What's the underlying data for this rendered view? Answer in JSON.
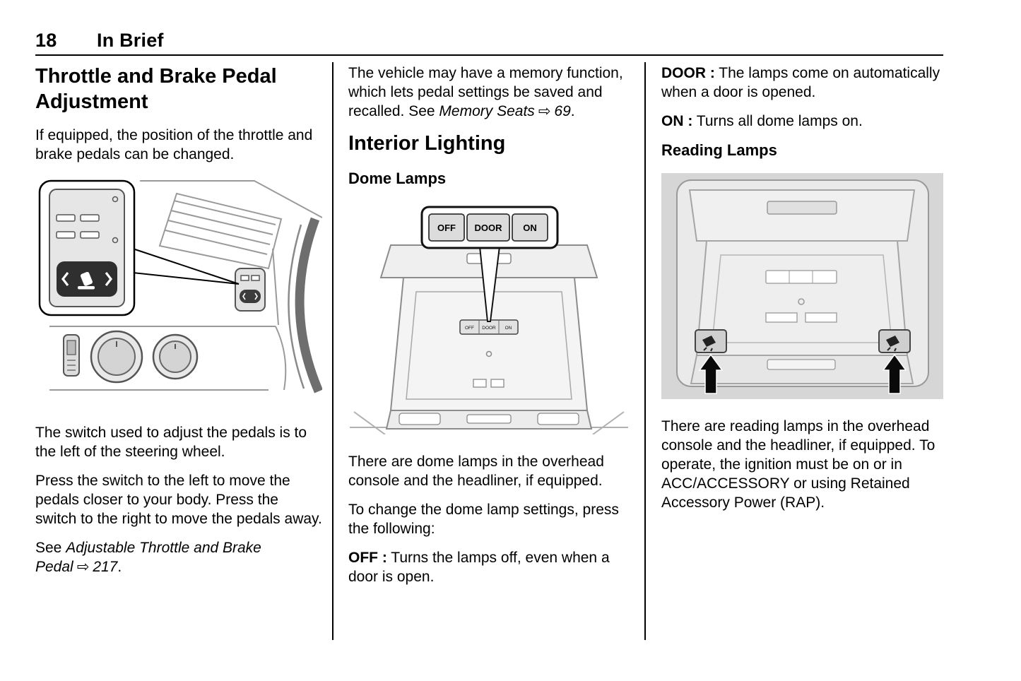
{
  "page": {
    "number": "18",
    "section": "In Brief"
  },
  "left": {
    "heading": "Throttle and Brake Pedal Adjustment",
    "para_intro": "If equipped, the position of the throttle and brake pedals can be changed.",
    "para_switch": "The switch used to adjust the pedals is to the left of the steering wheel.",
    "para_press": "Press the switch to the left to move the pedals closer to your body. Press the switch to the right to move the pedals away.",
    "ref": {
      "prefix": "See ",
      "title": "Adjustable Throttle and Brake Pedal",
      "arrow": "⇨",
      "page": "217",
      "suffix": "."
    }
  },
  "middle": {
    "para_memory_prefix": "The vehicle may have a memory function, which lets pedal settings be saved and recalled. See ",
    "memory_ref": {
      "title": "Memory Seats",
      "arrow": "⇨",
      "page": "69",
      "suffix": "."
    },
    "heading": "Interior Lighting",
    "subheading": "Dome Lamps",
    "illustration": {
      "off": "OFF",
      "door": "DOOR",
      "on": "ON"
    },
    "para_dome": "There are dome lamps in the overhead console and the headliner, if equipped.",
    "para_change": "To change the dome lamp settings, press the following:",
    "def_off": {
      "term": "OFF :",
      "desc": " Turns the lamps off, even when a door is open."
    }
  },
  "right": {
    "def_door": {
      "term": "DOOR :",
      "desc": " The lamps come on automatically when a door is opened."
    },
    "def_on": {
      "term": "ON :",
      "desc": " Turns all dome lamps on."
    },
    "subheading": "Reading Lamps",
    "para_reading": "There are reading lamps in the overhead console and the headliner, if equipped. To operate, the ignition must be on or in ACC/ACCESSORY or using Retained Accessory Power (RAP)."
  }
}
